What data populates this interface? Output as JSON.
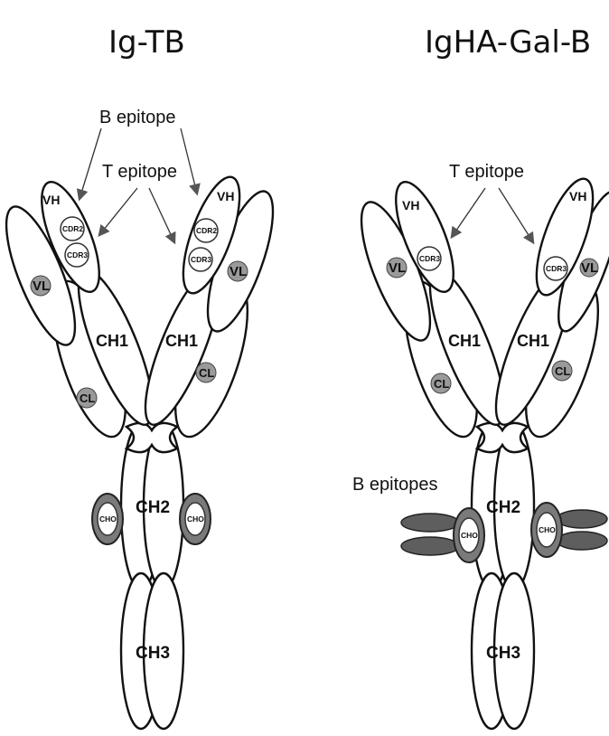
{
  "left_panel": {
    "title": "Ig-TB",
    "b_epitope_label": "B epitope",
    "t_epitope_label": "T epitope",
    "domains": {
      "vh": "VH",
      "vl": "VL",
      "cdr2": "CDR2",
      "cdr3": "CDR3",
      "ch1": "CH1",
      "cl": "CL",
      "ch2": "CH2",
      "ch3": "CH3",
      "cho": "CHO"
    }
  },
  "right_panel": {
    "title": "IgHA-Gal-B",
    "t_epitope_label": "T epitope",
    "b_epitopes_label": "B epitopes",
    "domains": {
      "vh": "VH",
      "vl": "VL",
      "cdr3": "CDR3",
      "ch1": "CH1",
      "cl": "CL",
      "ch2": "CH2",
      "ch3": "CH3",
      "cho": "CHO"
    }
  }
}
